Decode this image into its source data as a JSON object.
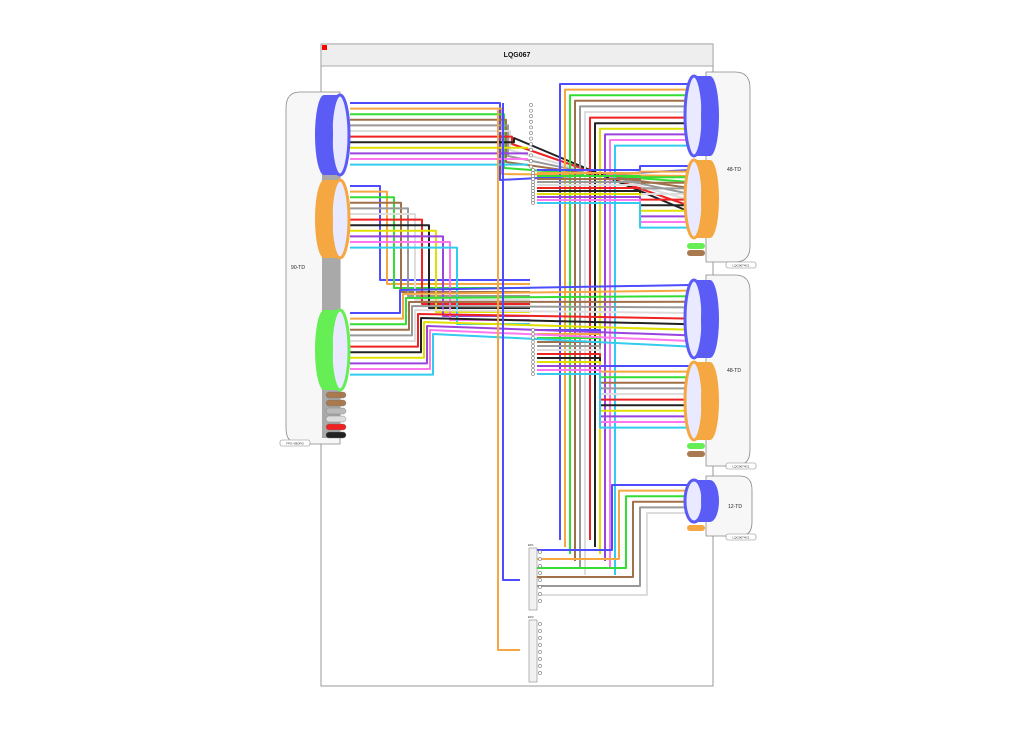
{
  "title": "LQG067",
  "cable_labels": {
    "main": "90-TD",
    "right_top": "48-TD",
    "right_mid": "48-TD",
    "right_small": "12-TD"
  },
  "tags": {
    "main": "FPO-VBDRG",
    "right_top": "LQG0674G1",
    "right_mid": "LQG0674G1",
    "right_small": "LQG0674G1"
  },
  "panels": {
    "top": "EP1",
    "bottom": "EP2"
  },
  "colors": {
    "frame_header": "#d9d9d9",
    "status_marker": "#ff0000",
    "tube_blue": "#5a5cf5",
    "tube_orange": "#f5a742",
    "tube_green": "#66ee55",
    "tube_brown": "#a9794f",
    "wires": [
      "#4d4dff",
      "#f5a742",
      "#33dd33",
      "#a0704a",
      "#999999",
      "#dddddd",
      "#ee2222",
      "#222222",
      "#e0e000",
      "#9a44dd",
      "#ff77ee",
      "#33ccee"
    ]
  }
}
